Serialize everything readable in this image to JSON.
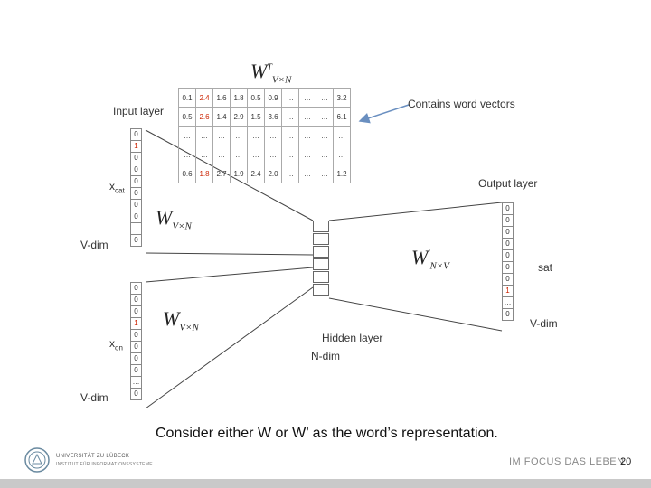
{
  "matrix_top_label": {
    "base": "W",
    "sub": "V×N",
    "sup": "T"
  },
  "input_layer_label": "Input layer",
  "matrix_rows": [
    [
      "0.1",
      "2.4",
      "1.6",
      "1.8",
      "0.5",
      "0.9",
      "…",
      "…",
      "…",
      "3.2"
    ],
    [
      "0.5",
      "2.6",
      "1.4",
      "2.9",
      "1.5",
      "3.6",
      "…",
      "…",
      "…",
      "6.1"
    ],
    [
      "…",
      "…",
      "…",
      "…",
      "…",
      "…",
      "…",
      "…",
      "…",
      "…"
    ],
    [
      "…",
      "…",
      "…",
      "…",
      "…",
      "…",
      "…",
      "…",
      "…",
      "…"
    ],
    [
      "0.6",
      "1.8",
      "2.7",
      "1.9",
      "2.4",
      "2.0",
      "…",
      "…",
      "…",
      "1.2"
    ]
  ],
  "matrix_hot_col": 1,
  "contains_label": "Contains word vectors",
  "output_layer_label": "Output layer",
  "input_vec_top": {
    "cells": [
      "0",
      "1",
      "0",
      "0",
      "0",
      "0",
      "0",
      "0",
      "…",
      "0"
    ],
    "hot_index": 1,
    "word_label": "x",
    "word_sub": "cat",
    "dim_label": "V-dim"
  },
  "input_vec_bottom": {
    "cells": [
      "0",
      "0",
      "0",
      "1",
      "0",
      "0",
      "0",
      "0",
      "…",
      "0"
    ],
    "hot_index": 3,
    "word_label": "x",
    "word_sub": "on",
    "dim_label": "V-dim"
  },
  "w_top_label": {
    "base": "W",
    "sub": "V×N"
  },
  "w_bottom_label": {
    "base": "W",
    "sub": "V×N"
  },
  "w_prime_label": {
    "base": "W",
    "sub": "N×V",
    "prime": "′"
  },
  "output_vec": {
    "cells": [
      "0",
      "0",
      "0",
      "0",
      "0",
      "0",
      "0",
      "1",
      "…",
      "0"
    ],
    "hot_index": 7,
    "word_label": "sat",
    "dim_label": "V-dim"
  },
  "hidden_layer": {
    "title": "Hidden layer",
    "dim": "N-dim",
    "cells": 6
  },
  "caption": "Consider either W or W’ as the word’s representation.",
  "footer": {
    "university": "UNIVERSITÄT ZU LÜBECK",
    "institute": "INSTITUT FÜR INFORMATIONSSYSTEME",
    "slogan": "IM FOCUS DAS LEBEN",
    "page": "20"
  },
  "colors": {
    "hot": "#cc2200",
    "arrow": "#6a8fc0",
    "footer_text": "#555555"
  }
}
